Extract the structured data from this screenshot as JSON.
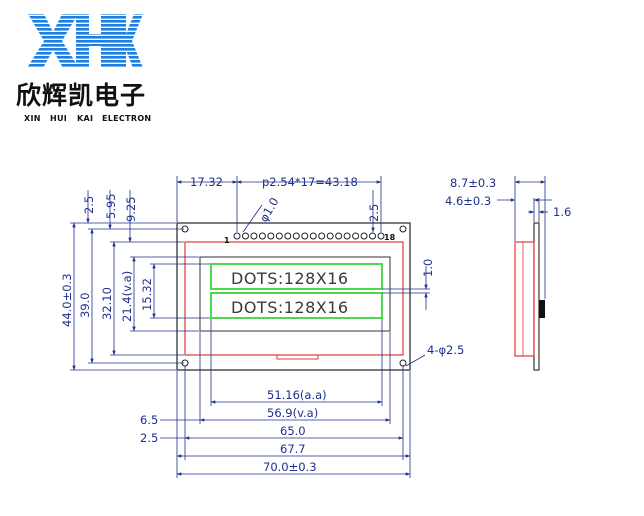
{
  "logo": {
    "mark": "XHK",
    "chinese": "欣辉凯电子",
    "english": [
      "XIN",
      "HUI",
      "KAI",
      "ELECTRON"
    ],
    "color": "#1e7fe0"
  },
  "lcd": {
    "display_text": [
      "DOTS:128X16",
      "DOTS:128X16"
    ],
    "pin_first": "1",
    "pin_last": "18"
  },
  "dimensions": {
    "top_left_offset": "17.32",
    "pin_pitch": "p2.54*17=43.18",
    "pin_hole_dia": "φ1.0",
    "pin_right_offset": "2.5",
    "left_edge_2_5": "2.5",
    "left_5_95": "5.95",
    "left_9_25": "9.25",
    "height_44": "44.0±0.3",
    "height_39": "39.0",
    "height_32_10": "32.10",
    "height_21_4": "21.4(v.a)",
    "height_15_32": "15.32",
    "line_gap": "1.0",
    "mount_hole": "4-φ2.5",
    "width_51_16": "51.16(a.a)",
    "width_56_9": "56.9(v.a)",
    "width_6_5": "6.5",
    "width_2_5": "2.5",
    "width_65": "65.0",
    "width_67_7": "67.7",
    "width_70": "70.0±0.3"
  },
  "side_view": {
    "total_thickness": "8.7±0.3",
    "module_thickness": "4.6±0.3",
    "pcb_thickness": "1.6"
  },
  "colors": {
    "dimension_lines": "#1f2f8c",
    "outline": "#222222",
    "bezel": "#e23a3a",
    "display_green": "#4fd84f"
  }
}
